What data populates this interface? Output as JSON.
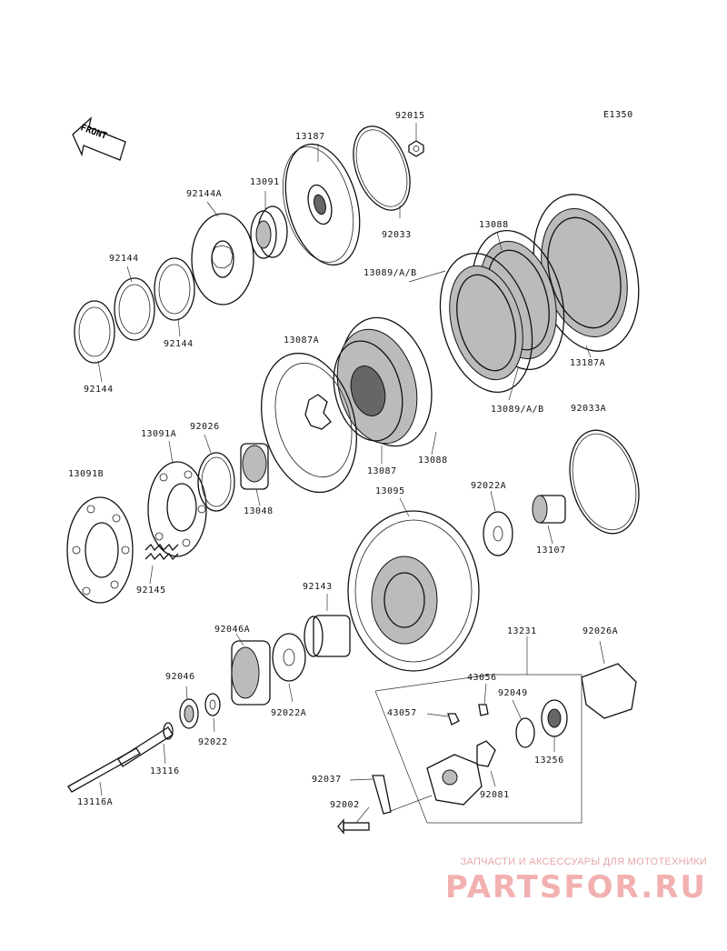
{
  "diagram_code": "E1350",
  "front_label": "FRONT",
  "labels": [
    {
      "id": "p-92015",
      "text": "92015"
    },
    {
      "id": "p-13187",
      "text": "13187"
    },
    {
      "id": "p-13091",
      "text": "13091"
    },
    {
      "id": "p-92144A",
      "text": "92144A"
    },
    {
      "id": "p-92033",
      "text": "92033"
    },
    {
      "id": "p-92144-a",
      "text": "92144"
    },
    {
      "id": "p-92144-b",
      "text": "92144"
    },
    {
      "id": "p-92144-c",
      "text": "92144"
    },
    {
      "id": "p-13088-a",
      "text": "13088"
    },
    {
      "id": "p-13089-a",
      "text": "13089/A/B"
    },
    {
      "id": "p-13087A",
      "text": "13087A"
    },
    {
      "id": "p-13187A",
      "text": "13187A"
    },
    {
      "id": "p-13089-b",
      "text": "13089/A/B"
    },
    {
      "id": "p-13087",
      "text": "13087"
    },
    {
      "id": "p-13088-b",
      "text": "13088"
    },
    {
      "id": "p-92033A",
      "text": "92033A"
    },
    {
      "id": "p-13091A",
      "text": "13091A"
    },
    {
      "id": "p-92026",
      "text": "92026"
    },
    {
      "id": "p-13091B",
      "text": "13091B"
    },
    {
      "id": "p-13048",
      "text": "13048"
    },
    {
      "id": "p-13095",
      "text": "13095"
    },
    {
      "id": "p-92022A",
      "text": "92022A"
    },
    {
      "id": "p-13107",
      "text": "13107"
    },
    {
      "id": "p-92145",
      "text": "92145"
    },
    {
      "id": "p-92143",
      "text": "92143"
    },
    {
      "id": "p-13231",
      "text": "13231"
    },
    {
      "id": "p-92026A",
      "text": "92026A"
    },
    {
      "id": "p-92046A",
      "text": "92046A"
    },
    {
      "id": "p-43056",
      "text": "43056"
    },
    {
      "id": "p-92046",
      "text": "92046"
    },
    {
      "id": "p-92049",
      "text": "92049"
    },
    {
      "id": "p-43057",
      "text": "43057"
    },
    {
      "id": "p-92022A-b",
      "text": "92022A"
    },
    {
      "id": "p-92022",
      "text": "92022"
    },
    {
      "id": "p-13256",
      "text": "13256"
    },
    {
      "id": "p-13116",
      "text": "13116"
    },
    {
      "id": "p-92037",
      "text": "92037"
    },
    {
      "id": "p-92081",
      "text": "92081"
    },
    {
      "id": "p-13116A",
      "text": "13116A"
    },
    {
      "id": "p-92002",
      "text": "92002"
    }
  ],
  "watermark": {
    "subtitle": "ЗАПЧАСТИ И АКСЕССУАРЫ ДЛЯ МОТОТЕХНИКИ",
    "brand": "PARTSFOR.RU"
  }
}
